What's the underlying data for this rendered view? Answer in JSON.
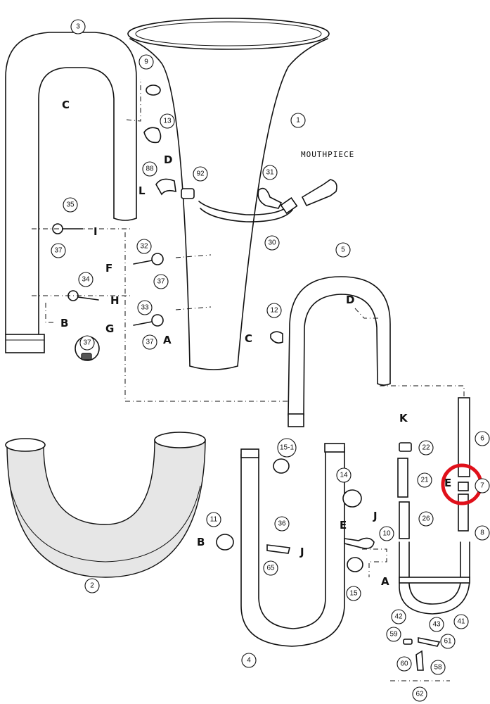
{
  "diagram": {
    "mouthpiece_label": "MOUTHPIECE",
    "parts": [
      "1",
      "2",
      "3",
      "4",
      "5",
      "6",
      "7",
      "8",
      "9",
      "10",
      "11",
      "12",
      "13",
      "14",
      "15",
      "15-1",
      "21",
      "22",
      "26",
      "30",
      "31",
      "32",
      "33",
      "34",
      "35",
      "36",
      "37",
      "41",
      "42",
      "43",
      "58",
      "59",
      "60",
      "61",
      "62",
      "65",
      "88",
      "92"
    ],
    "connection_letters": [
      "A",
      "B",
      "C",
      "D",
      "E",
      "F",
      "G",
      "H",
      "I",
      "J",
      "K",
      "L"
    ],
    "highlight": {
      "color": "#e0101a",
      "part": "7"
    }
  }
}
